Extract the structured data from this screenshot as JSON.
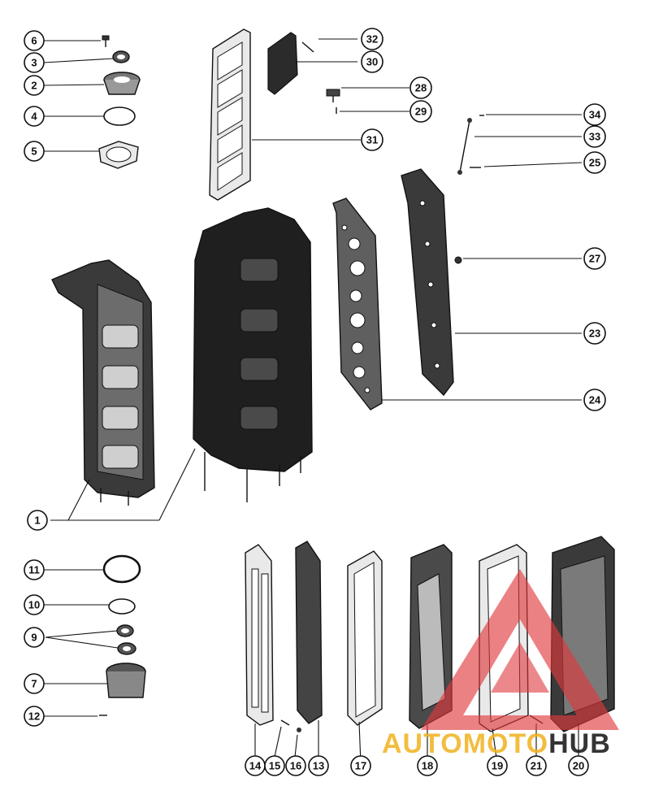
{
  "callouts": {
    "c1": "1",
    "c2": "2",
    "c3": "3",
    "c4": "4",
    "c5": "5",
    "c6": "6",
    "c7": "7",
    "c9": "9",
    "c10": "10",
    "c11": "11",
    "c12": "12",
    "c13": "13",
    "c14": "14",
    "c15": "15",
    "c16": "16",
    "c17": "17",
    "c18": "18",
    "c19": "19",
    "c20": "20",
    "c21": "21",
    "c23": "23",
    "c24": "24",
    "c25": "25",
    "c27": "27",
    "c28": "28",
    "c29": "29",
    "c30": "30",
    "c31": "31",
    "c32": "32",
    "c33": "33",
    "c34": "34"
  },
  "watermark": {
    "part1": "AUTO",
    "part2": "MOTO",
    "part3": "HUB",
    "colors": {
      "triangle": "#e0393e",
      "auto": "#f0b21e",
      "hub": "#111111"
    }
  }
}
